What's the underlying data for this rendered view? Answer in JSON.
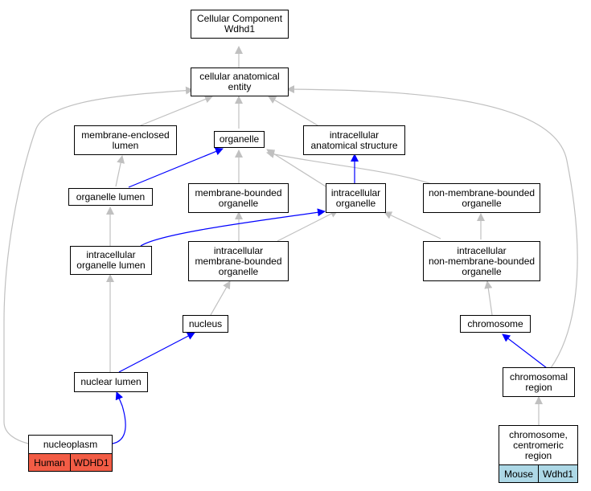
{
  "title_node": {
    "line1": "Cellular Component",
    "line2": "Wdhd1"
  },
  "nodes": {
    "cellular_anatomical_entity": "cellular anatomical\nentity",
    "membrane_enclosed_lumen": "membrane-enclosed\nlumen",
    "organelle": "organelle",
    "intracellular_anatomical_structure": "intracellular\nanatomical structure",
    "organelle_lumen": "organelle lumen",
    "membrane_bounded_organelle": "membrane-bounded\norganelle",
    "intracellular_organelle": "intracellular\norganelle",
    "non_membrane_bounded_organelle": "non-membrane-bounded\norganelle",
    "intracellular_organelle_lumen": "intracellular\norganelle lumen",
    "intracellular_membrane_bounded_organelle": "intracellular\nmembrane-bounded\norganelle",
    "intracellular_non_membrane_bounded_organelle": "intracellular\nnon-membrane-bounded\norganelle",
    "nucleus": "nucleus",
    "chromosome": "chromosome",
    "nuclear_lumen": "nuclear lumen",
    "chromosomal_region": "chromosomal\nregion",
    "nucleoplasm": "nucleoplasm",
    "chromosome_centromeric_region": "chromosome,\ncentromeric\nregion"
  },
  "annotations": {
    "nucleoplasm": {
      "species": "Human",
      "gene": "WDHD1",
      "color": "#f25c45"
    },
    "centromeric": {
      "species": "Mouse",
      "gene": "Wdhd1",
      "color": "#add8e6"
    }
  },
  "colors": {
    "is_a_edge": "#c0c0c0",
    "part_of_edge": "#0000ff"
  }
}
